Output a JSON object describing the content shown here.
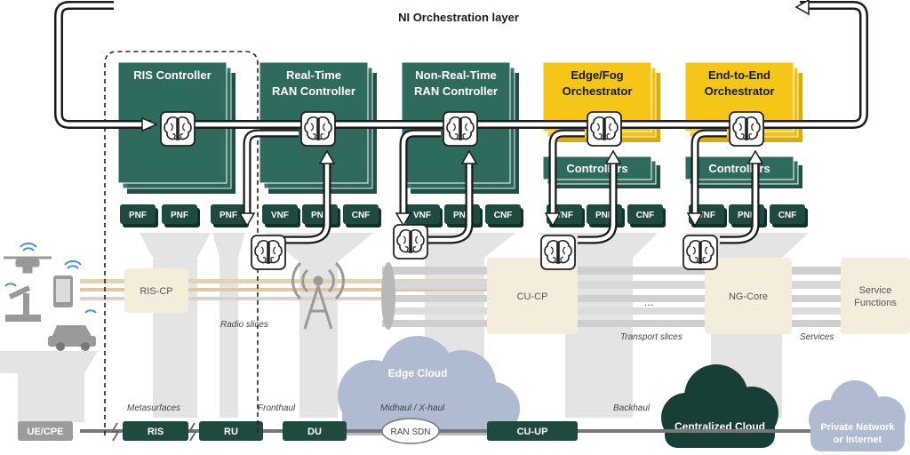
{
  "header": {
    "title": "NI Orchestration layer"
  },
  "controllers": [
    {
      "title_line1": "RIS Controller",
      "title_line2": ""
    },
    {
      "title_line1": "Real-Time",
      "title_line2": "RAN Controller"
    },
    {
      "title_line1": "Non-Real-Time",
      "title_line2": "RAN Controller"
    },
    {
      "title_line1": "Edge/Fog",
      "title_line2": "Orchestrator"
    },
    {
      "title_line1": "End-to-End",
      "title_line2": "Orchestrator"
    }
  ],
  "sub_controllers": [
    "Controllers",
    "Controllers"
  ],
  "functions": [
    "PNF",
    "PNF",
    "PNF",
    "VNF",
    "PNF",
    "CNF",
    "VNF",
    "PNF",
    "CNF",
    "VNF",
    "PNF",
    "CNF",
    "VNF",
    "PNF",
    "CNF"
  ],
  "middle_boxes": {
    "ris_cp": "RIS-CP",
    "cu_cp": "CU-CP",
    "dots": "...",
    "ng_core": "NG-Core",
    "service_functions_line1": "Service",
    "service_functions_line2": "Functions"
  },
  "annotations": {
    "radio_slices": "Radio slices",
    "transport_slices": "Transport slices",
    "services": "Services",
    "metasurfaces": "Metasurfaces",
    "fronthaul": "Fronthaul",
    "midhaul": "Midhaul / X-haul",
    "backhaul": "Backhaul"
  },
  "clouds": {
    "edge": "Edge Cloud",
    "ran_sdn": "RAN SDN",
    "centralized": "Centralized Cloud",
    "private_line1": "Private Network",
    "private_line2": "or Internet"
  },
  "bottom_nodes": [
    "UE/CPE",
    "RIS",
    "RU",
    "DU",
    "CU-UP"
  ],
  "colors": {
    "teal": "#2e6b5e",
    "teal_dark": "#1f4f45",
    "yellow": "#f5c518",
    "dark_func": "#1e4a40",
    "beige": "#f5eddc",
    "cloud_blue": "#aebbd0",
    "cloud_dark": "#173f37",
    "grey_col": "#dedede"
  },
  "icons": [
    "brain-icon",
    "drone-icon",
    "phone-icon",
    "robot-arm-icon",
    "car-icon",
    "wifi-icon",
    "antenna-tower-icon",
    "lightning-icon"
  ]
}
